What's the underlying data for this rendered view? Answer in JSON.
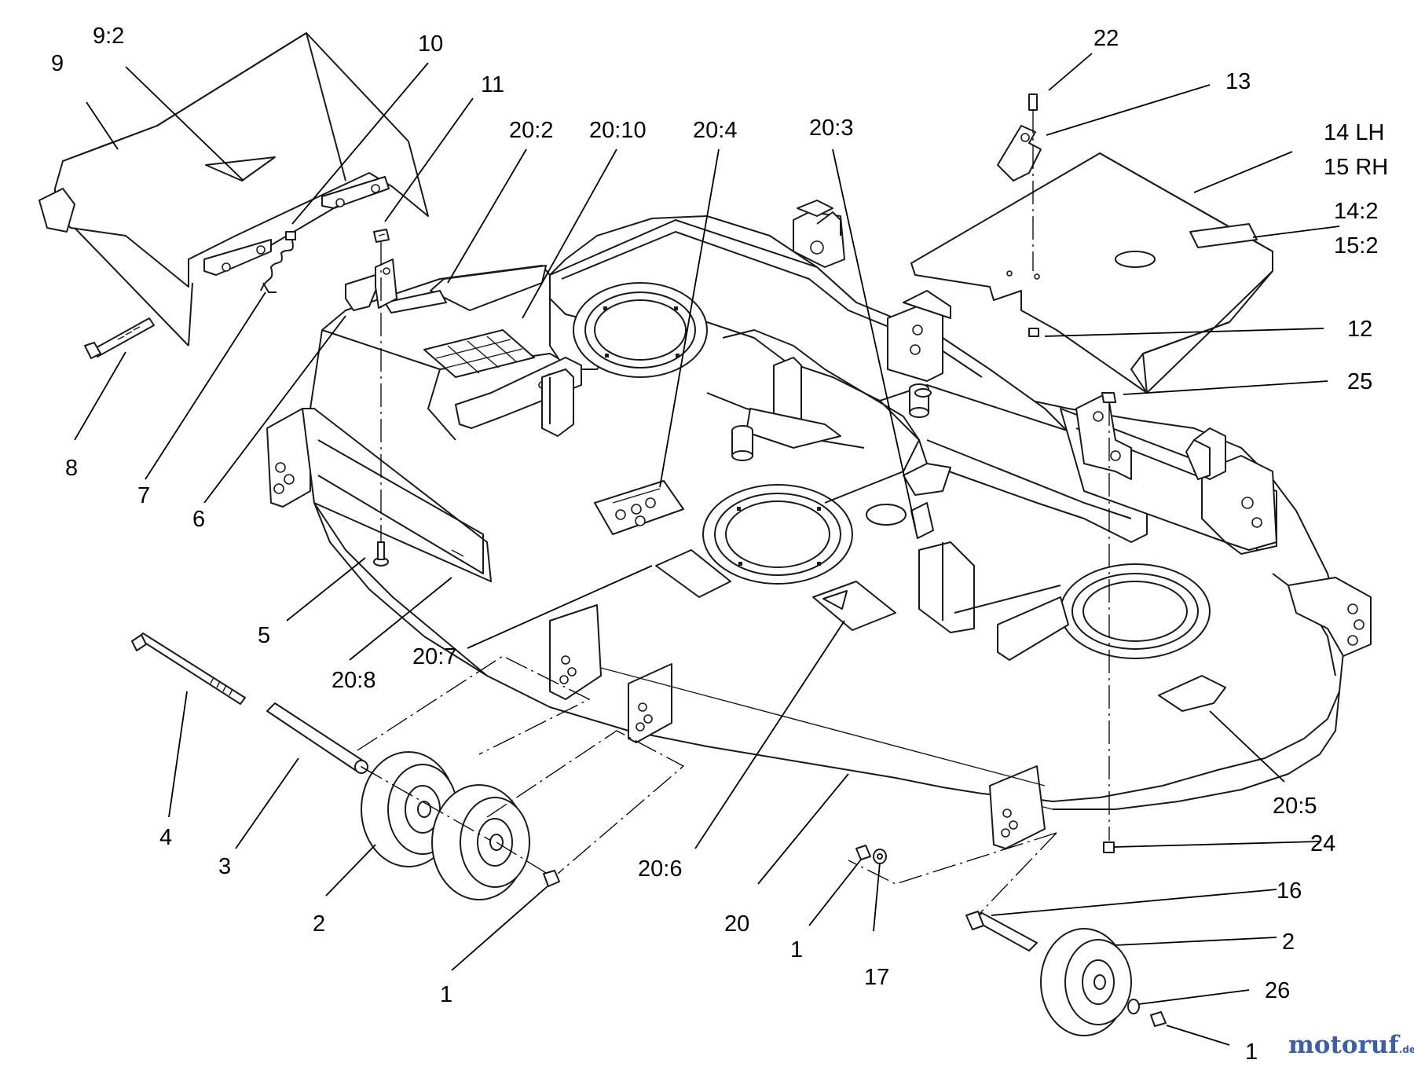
{
  "callouts": [
    {
      "id": "c-9",
      "text": "9"
    },
    {
      "id": "c-9-2",
      "text": "9:2"
    },
    {
      "id": "c-10",
      "text": "10"
    },
    {
      "id": "c-11",
      "text": "11"
    },
    {
      "id": "c-20-2",
      "text": "20:2"
    },
    {
      "id": "c-20-10",
      "text": "20:10"
    },
    {
      "id": "c-20-4",
      "text": "20:4"
    },
    {
      "id": "c-20-3",
      "text": "20:3"
    },
    {
      "id": "c-22",
      "text": "22"
    },
    {
      "id": "c-13",
      "text": "13"
    },
    {
      "id": "c-14lh",
      "text": "14 LH"
    },
    {
      "id": "c-15rh",
      "text": "15 RH"
    },
    {
      "id": "c-14-2",
      "text": "14:2"
    },
    {
      "id": "c-15-2",
      "text": "15:2"
    },
    {
      "id": "c-12",
      "text": "12"
    },
    {
      "id": "c-25",
      "text": "25"
    },
    {
      "id": "c-8",
      "text": "8"
    },
    {
      "id": "c-7",
      "text": "7"
    },
    {
      "id": "c-6",
      "text": "6"
    },
    {
      "id": "c-5",
      "text": "5"
    },
    {
      "id": "c-20-8",
      "text": "20:8"
    },
    {
      "id": "c-20-7",
      "text": "20:7"
    },
    {
      "id": "c-4",
      "text": "4"
    },
    {
      "id": "c-3",
      "text": "3"
    },
    {
      "id": "c-2a",
      "text": "2"
    },
    {
      "id": "c-1a",
      "text": "1"
    },
    {
      "id": "c-20-6",
      "text": "20:6"
    },
    {
      "id": "c-20",
      "text": "20"
    },
    {
      "id": "c-1b",
      "text": "1"
    },
    {
      "id": "c-17",
      "text": "17"
    },
    {
      "id": "c-20-5",
      "text": "20:5"
    },
    {
      "id": "c-24",
      "text": "24"
    },
    {
      "id": "c-16",
      "text": "16"
    },
    {
      "id": "c-2b",
      "text": "2"
    },
    {
      "id": "c-26",
      "text": "26"
    },
    {
      "id": "c-1c",
      "text": "1"
    }
  ],
  "watermark": {
    "brand": "motoruf",
    "suffix": ".de"
  },
  "colors": {
    "ink": "#1a1a1a",
    "background": "#ffffff",
    "watermark_blue": "#3b5fa8",
    "watermark_green": "#5a9e3c",
    "watermark_red": "#c8372d"
  }
}
